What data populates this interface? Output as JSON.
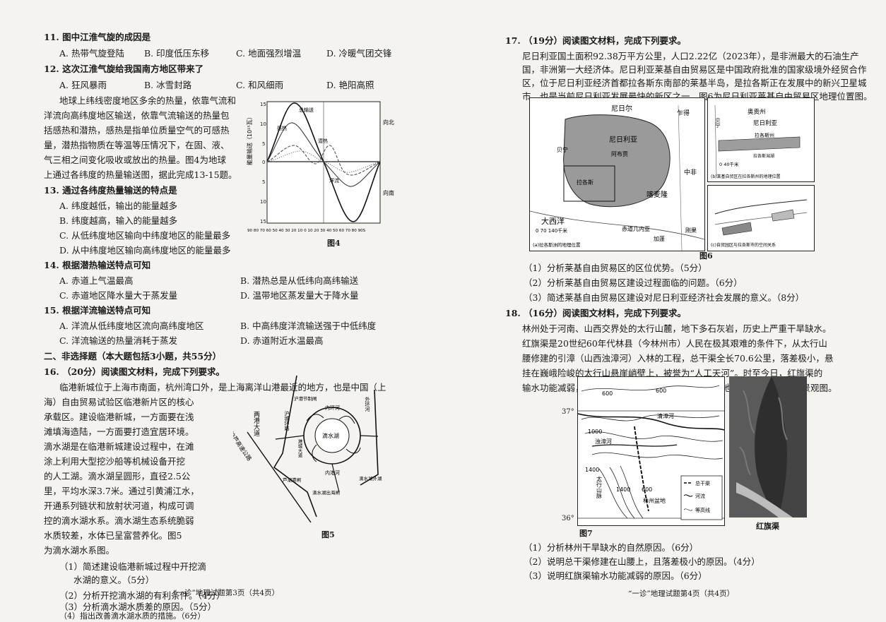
{
  "left": {
    "q11": {
      "stem": "11. 图中江淮气旋的成因是",
      "a": "A. 热带气旋登陆",
      "b": "B. 印度低压东移",
      "c": "C. 地面强烈增温",
      "d": "D. 冷暖气团交锋"
    },
    "q12": {
      "stem": "12. 这次江淮气旋给我国南方地区带来了",
      "a": "A. 狂风暴雨",
      "b": "B. 冰雪封路",
      "c": "C. 和风细雨",
      "d": "D. 艳阳高照"
    },
    "intro": [
      "地球上纬线密度地区多余的热量，依靠气流和",
      "洋流向高纬度地区输送，依靠气流输送的热量包",
      "括感热和潜热，感热是指单位质量空气的可感热",
      "量，潜热指物质在等温等压情况下，在固、液、",
      "气三相之间变化吸收或放出的热量。图4为地球",
      "上通过各纬度的热量输送图，据此完成13-15题。"
    ],
    "q13": {
      "stem": "13. 通过各纬度热量输送的特点是",
      "a": "A. 纬度越低，输出的能量越多",
      "b": "B. 纬度越高，输入的能量越多",
      "c": "C. 从低纬度地区输向中纬度地区的能量最多",
      "d": "D. 从中纬度地区输向高纬度地区的能量最多"
    },
    "q14": {
      "stem": "14. 根据潜热输送特点可知",
      "a": "A. 赤道上气温最高",
      "b": "B. 潜热总是从低纬向高纬输送",
      "c": "C. 赤道地区降水量大于蒸发量",
      "d": "D. 温带地区蒸发量大于降水量"
    },
    "q15": {
      "stem": "15. 根据洋流输送特点可知",
      "a": "A. 洋流从低纬度地区流向高纬度地区",
      "b": "B. 中高纬度洋流输送强于中低纬度",
      "c": "C. 洋流输送的热量消耗于蒸发",
      "d": "D. 赤道附近水温最高"
    },
    "section2": "二、非选择题（本大题包括3小题，共55分）",
    "q16": {
      "head": "16. （20分）阅读图文材料，完成下列要求。",
      "lines": [
        "临港新城位于上海市南面，杭州湾口外，是上海离洋山港最近的地方，也是中国（上",
        "海）自由贸易试验区临港新片区的核心",
        "承载区。建设临港新城，一方面要在浅",
        "滩填海造陆，一方面要打造宜居环境。",
        "滴水湖是在临港新城建设过程中，在滩",
        "涂上利用大型挖沙船等机械设备开挖",
        "的人工湖。滴水湖呈圆形，直径2.5公",
        "里，平均水深3.7米。通过引黄浦江水，",
        "开通系列链状和放射状河道，构成可调",
        "控的滴水湖水系。滴水湖生态系统脆弱",
        "水质较差，水体已呈富营养化。图5",
        "为滴水湖水系图。"
      ],
      "asks": [
        "（1）简述建设临港新城过程中开挖滴",
        "水湖的意义。（5分）",
        "（2）分析开挖滴水湖的有利条件。（4分）",
        "（3）分析滴水湖水质差的原因。（5分）",
        "（4）指出改善滴水湖水质的措施。（6分）"
      ]
    },
    "fig4": {
      "caption": "图4",
      "y_label": "能量输送（10¹⁵瓦）",
      "north": "向北",
      "south": "向南",
      "s_total": "总输送",
      "s_sensible": "感热",
      "s_latent": "潜热",
      "s_ocean": "洋流",
      "yticks": [
        "15",
        "10",
        "5",
        "0",
        "5",
        "10",
        "15"
      ],
      "xlabel": "90 80 70 60 50 40 30 20 10 0 10 20 30 40 50 60 70 80 90S"
    },
    "fig5": {
      "caption": "图5",
      "l1": "两港大道",
      "l2": "沪芦高速公路",
      "l3": "滴水湖",
      "l4": "内环河",
      "l5": "内港河",
      "l6": "外环河",
      "l7": "芦潮港闸",
      "l8": "滴水湖出海闸",
      "l9": "沪城环路",
      "l10": "沪港节制闸",
      "l11": "港城大道",
      "l12": "滴水湖外湖"
    },
    "footer": "“一诊”地理试题第3页（共4页）"
  },
  "right": {
    "q17": {
      "head": "17. （19分）阅读图文材料，完成下列要求。",
      "lines": [
        "尼日利亚国土面积92.38万平方公里，人口2.22亿（2023年），是非洲最大的石油生产",
        "国，非洲第一大经济体。尼日利亚莱基自由贸易区是中国政府批准的国家级境外经贸合作",
        "区，位于尼日利亚经济首都拉各斯东南部的莱基半岛，是拉各斯正在发展中的新兴卫星城",
        "市，也是当前尼日利亚发展最快的新区之一。图6为尼日利亚莱基自由贸易区地理位置图。"
      ],
      "asks": [
        "（1）分析莱基自由贸易区的区位优势。（5分）",
        "（2）分析莱基自由贸易区建设过程面临的问题。（6分）",
        "（3）简述莱基自由贸易区建设对尼日利亚经济社会发展的意义。（8分）"
      ]
    },
    "fig6": {
      "caption": "图6",
      "niger": "尼日尔",
      "chad": "乍得",
      "nigeria": "尼日利亚",
      "benin": "贝宁",
      "abuja": "阿布贾",
      "lagos": "拉各斯",
      "atlantic": "大西洋",
      "cameroon": "喀麦隆",
      "cent": "中非",
      "eqg": "赤道几内亚",
      "gabon": "加蓬",
      "congo": "刚果",
      "scale": "0  70 140千米",
      "caption_a": "(a)拉各斯洲的地理位置",
      "b_ogun": "奥贡州",
      "b_nigeria": "尼日利亚",
      "b_benin": "贝宁",
      "b_lagos": "拉各斯州",
      "b_scale": "0  40千米",
      "b_lagoon": "拉各斯潟湖",
      "caption_b": "(b)莱基自贸区在拉各斯州的地理位置",
      "caption_c": "(c)自贸园区与拉各斯市的空间关系"
    },
    "q18": {
      "head": "18. （16分）阅读图文材料，完成下列要求。",
      "lines": [
        "林州处于河南、山西交界处的太行山麓，地下多石灰岩，历史上严重干旱缺水。",
        "红旗渠是20世纪60年代林县（今林州市）人民在极其艰难的条件下，从太行山",
        "腰修建的引漳（山西浊漳河）入林的工程，总干渠全长70.6公里，落差极小，悬",
        "挂在巍峨险峻的太行山悬崖峭壁上，被誉为“人工天河”。时至今日，红旗渠的",
        "输水功能减弱，而旅游功能增强。图7为红旗渠所在地区地形图及红旗渠景观图。"
      ],
      "asks": [
        "（1）分析林州干旱缺水的自然原因。（6分）",
        "（2）说明总干渠修建在山腰上，且落差极小的原因。（4分）",
        "（3）说明红旗渠输水功能减弱的原因。（6分）"
      ]
    },
    "fig7": {
      "caption": "图7",
      "photo_caption": "红旗渠",
      "c600": "600",
      "c1000": "1000",
      "c1400": "1400",
      "lat37": "37°",
      "lat36": "36°",
      "r1": "清漳河",
      "r2": "浊漳河",
      "basin": "林州盆地",
      "mtn": "太行山脉",
      "leg1": "总干渠",
      "leg2": "河流",
      "leg3": "等高线"
    },
    "footer": "“一诊”地理试题第4页（共4页）"
  }
}
